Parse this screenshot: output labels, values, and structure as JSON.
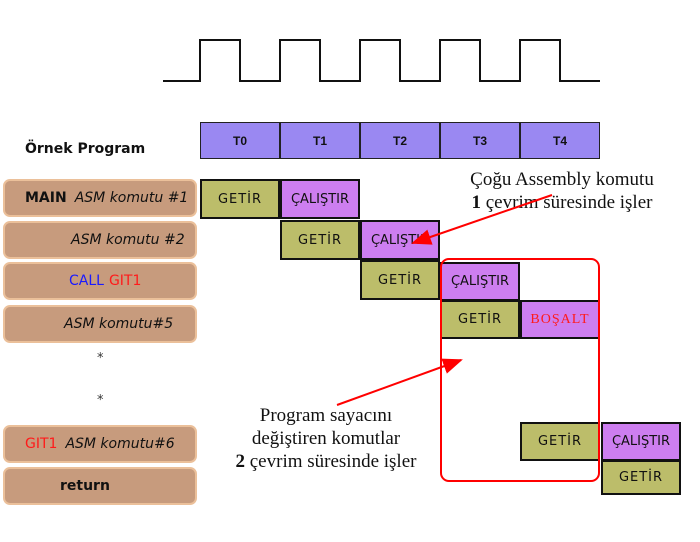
{
  "clock": {
    "label": "clock-signal",
    "pulses": 5
  },
  "timeline": {
    "slots": [
      "T0",
      "T1",
      "T2",
      "T3",
      "T4"
    ]
  },
  "program": {
    "title": "Örnek Program",
    "rows": [
      {
        "prefix": "MAIN",
        "text": "ASM komutu #1"
      },
      {
        "text": "ASM komutu #2"
      },
      {
        "call": "CALL",
        "target": "GIT1"
      },
      {
        "text": "ASM komutu#5"
      },
      {
        "label": "GIT1",
        "text": "ASM komutu#6"
      },
      {
        "bold": "return"
      }
    ],
    "ellipsis": [
      "*",
      "*"
    ]
  },
  "pipeline": {
    "fetch": "GETİR",
    "execute": "ÇALIŞTIR",
    "flush": "BOŞALT"
  },
  "notes": {
    "single_cycle": {
      "line1": "Çoğu Assembly komutu",
      "num": "1",
      "line2": " çevrim süresinde işler"
    },
    "two_cycle": {
      "line1": "Program sayacını",
      "line2": "değiştiren komutlar",
      "num": "2",
      "line3": " çevrim süresinde işler"
    }
  },
  "colors": {
    "fetch": "#bcbd6a",
    "execute": "#cd7ef0",
    "slot": "#9a88f2",
    "program_box": "#c79b7d",
    "highlight": "#ff0000",
    "call": "#1a1aff"
  }
}
